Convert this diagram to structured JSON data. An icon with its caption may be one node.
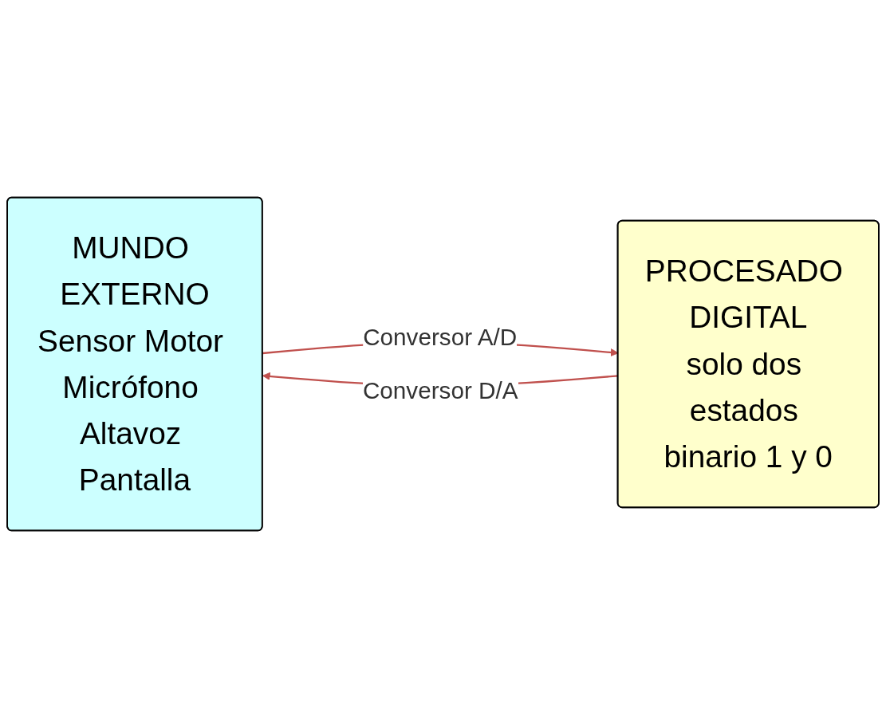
{
  "diagram": {
    "nodes": [
      {
        "text": [
          "MUNDO EXTERNO",
          "Sensor Motor Micrófono Altavoz Pantalla"
        ]
      },
      {
        "text": [
          "PROCESADO DIGITAL",
          "solo dos estados binario 1 y 0"
        ]
      }
    ],
    "edges": [
      {
        "from": 0,
        "to": 1,
        "arrow": "to",
        "label": "Conversor A/D"
      },
      {
        "from": 1,
        "to": 0,
        "arrow": "to",
        "label": "Conversor D/A"
      }
    ]
  }
}
